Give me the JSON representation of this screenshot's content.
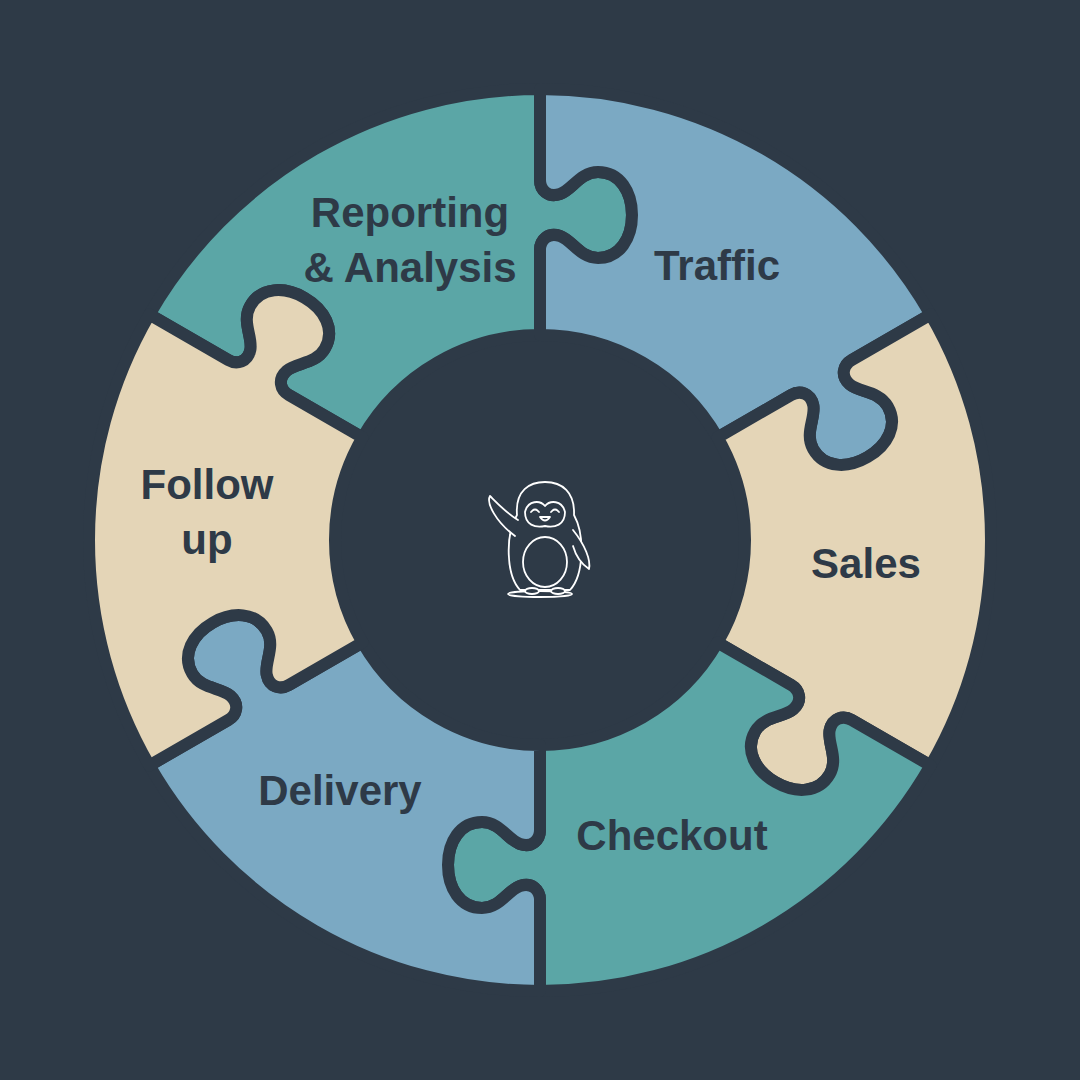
{
  "diagram": {
    "nodes": [
      {
        "text": [
          "Reporting & Analysis"
        ]
      },
      {
        "text": [
          "Traffic"
        ]
      },
      {
        "text": [
          "Sales"
        ]
      },
      {
        "text": [
          "Checkout"
        ]
      },
      {
        "text": [
          "Delivery"
        ]
      },
      {
        "text": [
          "Follow up"
        ]
      }
    ]
  }
}
